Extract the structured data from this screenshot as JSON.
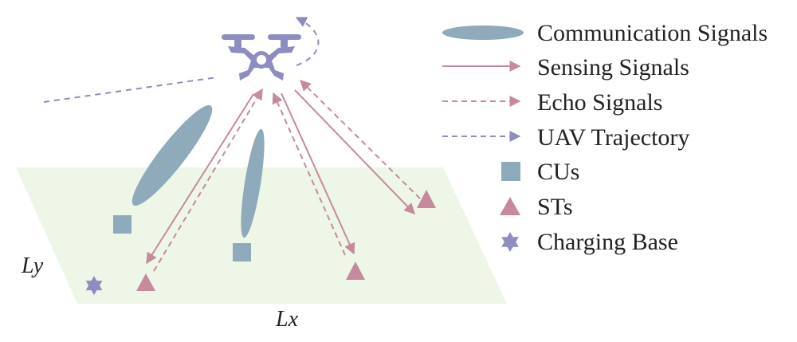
{
  "colors": {
    "ground": "#eef6e8",
    "communication": "#8eaabb",
    "sensing": "#c58a9c",
    "echo": "#c58a9c",
    "trajectory": "#8e8dc1",
    "cu": "#8eaabb",
    "st": "#c58a9c",
    "charging_base": "#8e8dc1",
    "uav": "#8e8dc1"
  },
  "axes": {
    "x_label": "Lx",
    "y_label": "Ly"
  },
  "legend": [
    {
      "key": "communication",
      "label": "Communication Signals",
      "icon": "ellipse-icon"
    },
    {
      "key": "sensing",
      "label": "Sensing Signals",
      "icon": "solid-arrow-icon"
    },
    {
      "key": "echo",
      "label": "Echo Signals",
      "icon": "dashed-arrow-icon"
    },
    {
      "key": "trajectory",
      "label": "UAV Trajectory",
      "icon": "dashed-arrow-icon"
    },
    {
      "key": "cu",
      "label": "CUs",
      "icon": "square-icon"
    },
    {
      "key": "st",
      "label": "STs",
      "icon": "triangle-icon"
    },
    {
      "key": "charging_base",
      "label": "Charging Base",
      "icon": "star-icon"
    }
  ]
}
